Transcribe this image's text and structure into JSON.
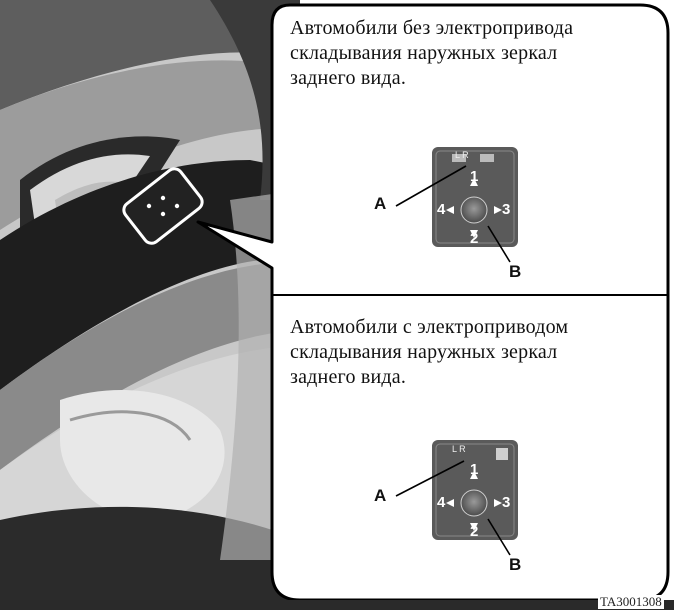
{
  "colors": {
    "photo_dark": "#1c1c1c",
    "photo_mid": "#8a8a8a",
    "photo_light": "#d4d4d4",
    "panel_fill": "#5a5a5a",
    "callout_border": "#000000"
  },
  "top_panel": {
    "caption_lines": [
      "Автомобили без электропривода",
      "складывания наружных зеркал",
      "заднего вида."
    ],
    "label_a": "A",
    "label_b": "B",
    "arrows": [
      "1",
      "2",
      "3",
      "4"
    ],
    "selector_marks": "L  R"
  },
  "bottom_panel": {
    "caption_lines": [
      "Автомобили с электроприводом",
      "складывания наружных зеркал",
      "заднего вида."
    ],
    "label_a": "A",
    "label_b": "B",
    "arrows": [
      "1",
      "2",
      "3",
      "4"
    ],
    "selector_marks": "L  R"
  },
  "figure_code": "TA3001308"
}
